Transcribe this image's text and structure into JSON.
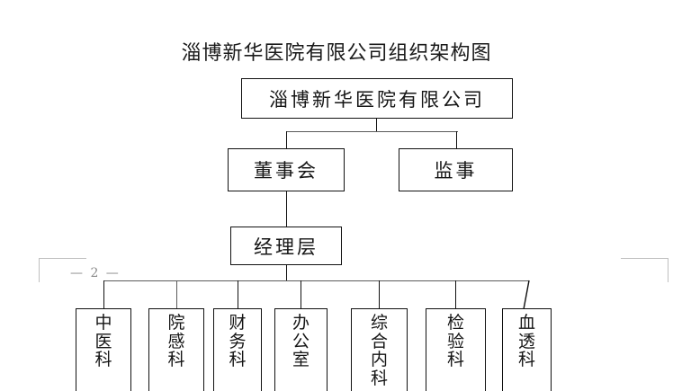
{
  "document": {
    "title": "淄博新华医院有限公司组织架构图",
    "page_marker": "— 2 —"
  },
  "org_chart": {
    "root": {
      "label": "淄博新华医院有限公司"
    },
    "level2": [
      {
        "label": "董事会"
      },
      {
        "label": "监事"
      }
    ],
    "level3": [
      {
        "label": "经理层"
      }
    ],
    "departments": [
      {
        "label": "中医科",
        "chars": [
          "中",
          "医",
          "科"
        ]
      },
      {
        "label": "院感科",
        "chars": [
          "院",
          "感",
          "科"
        ]
      },
      {
        "label": "财务科",
        "chars": [
          "财",
          "务",
          "科"
        ]
      },
      {
        "label": "办公室",
        "chars": [
          "办",
          "公",
          "室"
        ]
      },
      {
        "label": "综合内科",
        "chars": [
          "综",
          "合",
          "内",
          "科"
        ]
      },
      {
        "label": "检验科",
        "chars": [
          "检",
          "验",
          "科"
        ]
      },
      {
        "label": "血透科",
        "chars": [
          "血",
          "透",
          "科"
        ]
      }
    ]
  },
  "colors": {
    "box_border": "#111111",
    "text": "#151515",
    "page_marker": "#8a8a8a",
    "crop_mark": "#bfbfbf",
    "background": "#ffffff"
  }
}
